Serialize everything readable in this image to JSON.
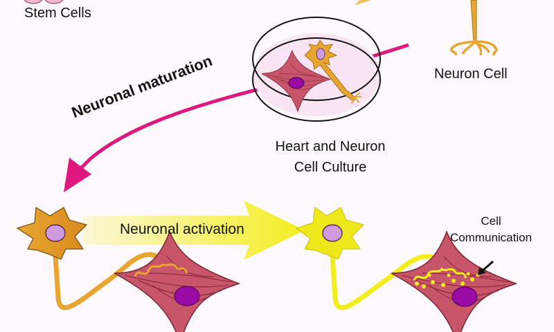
{
  "labels": {
    "stem_cells": "Stem Cells",
    "neuron_cell": "Neuron Cell",
    "culture_line1": "Heart and Neuron",
    "culture_line2": "Cell Culture",
    "maturation": "Neuronal maturation",
    "activation": "Neuronal activation",
    "communication_line1": "Cell",
    "communication_line2": "Communication"
  },
  "colors": {
    "maturation_arrow": "#e0177f",
    "neuron_orange": "#e8a630",
    "neuron_yellow": "#f1ee1c",
    "heart_cell": "#c8566b",
    "nucleus_purple": "#9a0aa5",
    "neuron_nucleus": "#cf9ae0"
  }
}
